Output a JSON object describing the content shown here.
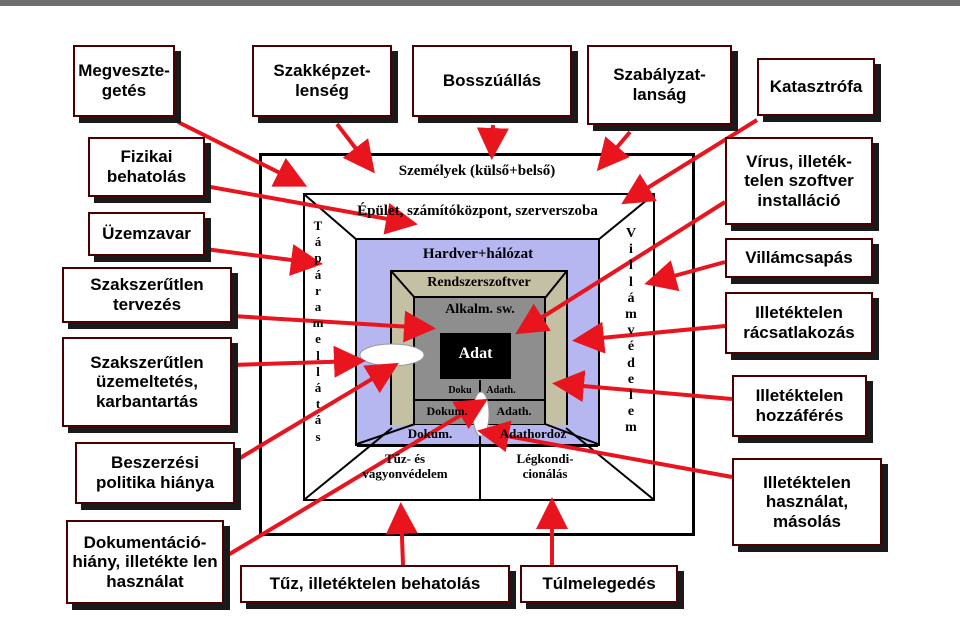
{
  "rings": {
    "people": "Személyek (külső+belső)",
    "building": "Épület, számítóközpont, szerverszoba",
    "hardware": "Hardver+hálózat",
    "system_software": "Rendszerszoftver",
    "application": "Alkalm. sw.",
    "data": "Adat"
  },
  "inner_labels": {
    "doku_small": "Doku",
    "adath_small": "Adath.",
    "dokum": "Dokum.",
    "adath": "Adath.",
    "dokum_outer": "Dokum.",
    "adathordozo": "Adathordoz",
    "fire_protection": "Tűz- és vagyonvédelem",
    "air_conditioning": "Légkondi- cionálás",
    "power_vertical": "Tápáramellátás",
    "lightning_vertical": "Villámvédelem"
  },
  "threats": {
    "megvesztegetes": "Megveszte- getés",
    "szakkepzetlenseg": "Szakképzet- lenség",
    "bosszuallas": "Bosszúállás",
    "szabalyzatlansag": "Szabályzat- lanság",
    "katasztrofa": "Katasztrófa",
    "fizikai_behatolas": "Fizikai behatolás",
    "uzemzavar": "Üzemzavar",
    "szakszerutlen_tervezes": "Szakszerűtlen tervezés",
    "szakszerutlen_uzemeltetes": "Szakszerűtlen üzemeltetés, karbantartás",
    "beszerzesi_politika": "Beszerzési politika hiánya",
    "dokumentacio_hiany": "Dokumentáció- hiány, illetékte len használat",
    "tuz_behatolas": "Tűz, illetéktelen behatolás",
    "tulmelegedes": "Túlmelegedés",
    "virus": "Vírus, illeték- telen szoftver installáció",
    "villamcsapas": "Villámcsapás",
    "racsatlakozas": "Illetéktelen rácsatlakozás",
    "hozzaferes": "Illetéktelen hozzáférés",
    "hasznalat_masolas": "Illetéktelen használat, másolás"
  },
  "colors": {
    "arrow": "#e8141e",
    "box_border": "#4a0000",
    "hardware_fill": "#b6b6f0",
    "system_fill": "#c4c0a4",
    "application_fill": "#8e8e8e",
    "data_fill": "#000000"
  }
}
